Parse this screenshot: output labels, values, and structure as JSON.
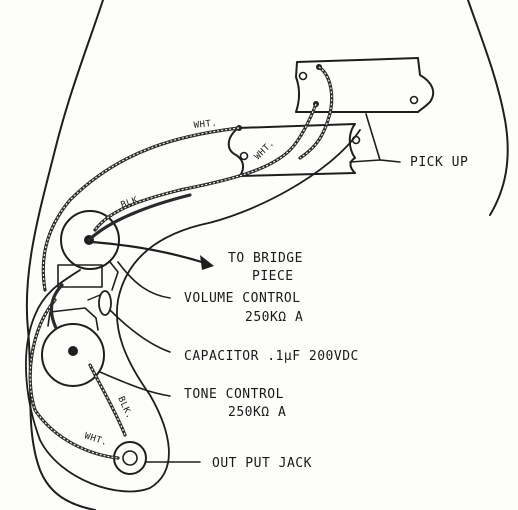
{
  "labels": {
    "pickup": "PICK UP",
    "to_bridge_line1": "TO BRIDGE",
    "to_bridge_line2": "PIECE",
    "volume_line1": "VOLUME CONTROL",
    "volume_line2": "250KΩ A",
    "capacitor": "CAPACITOR .1µF 200VDC",
    "tone_line1": "TONE CONTROL",
    "tone_line2": "250KΩ A",
    "output_jack": "OUT PUT JACK"
  },
  "wire_labels": {
    "wht_top": "WHT.",
    "wht_pickup": "WHT.",
    "blk_top": "BLK.",
    "blk_lower": "BLK.",
    "wht_lower": "WHT."
  }
}
